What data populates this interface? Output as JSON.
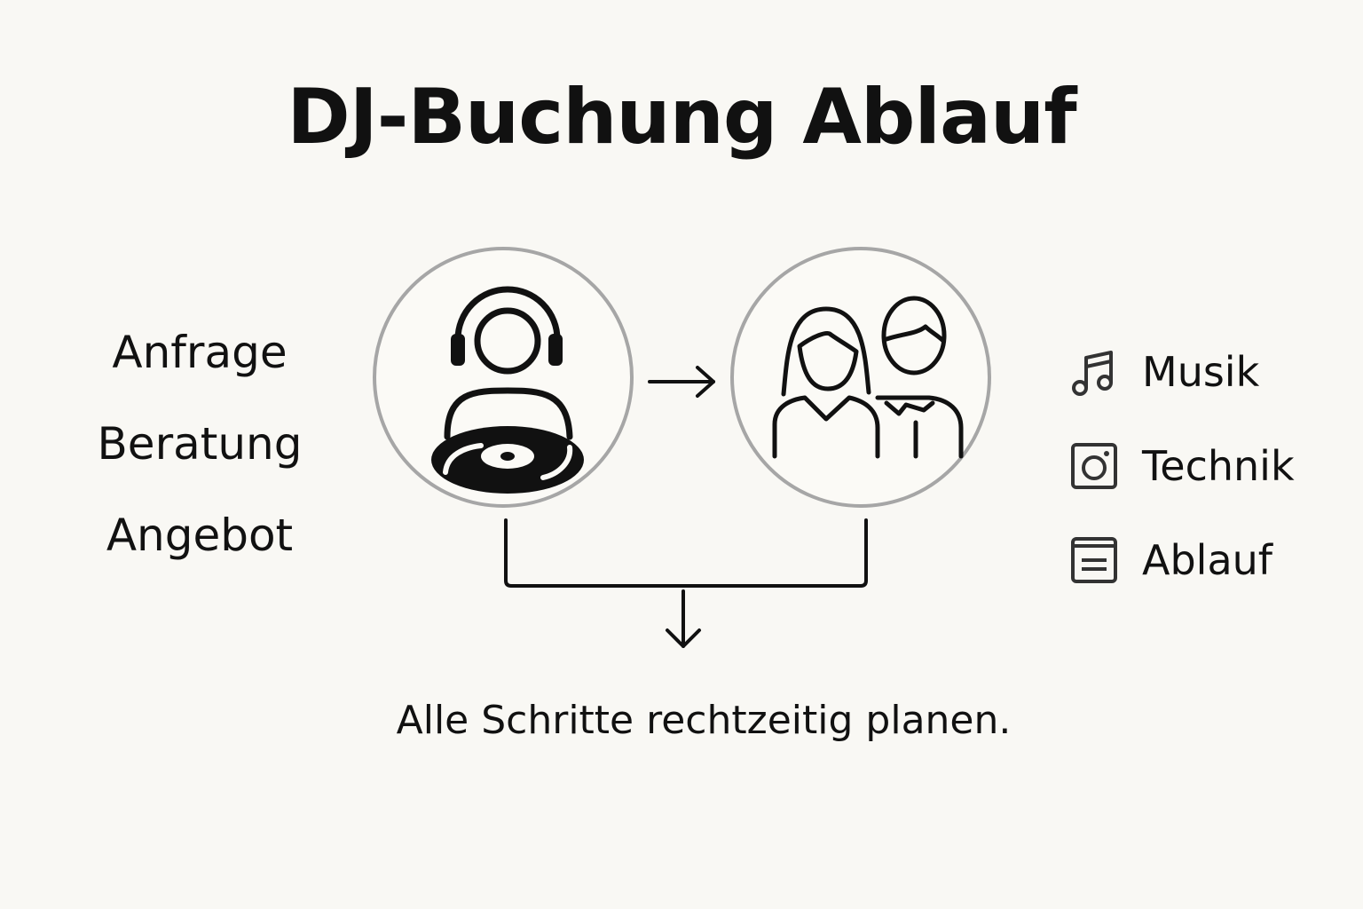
{
  "title": "DJ-Buchung Ablauf",
  "steps": [
    {
      "label": "Anfrage"
    },
    {
      "label": "Beratung"
    },
    {
      "label": "Angebot"
    }
  ],
  "nodes": [
    {
      "icon": "dj-headphones-turntable-icon"
    },
    {
      "icon": "couple-icon"
    }
  ],
  "features": [
    {
      "icon": "music-note-icon",
      "label": "Musik"
    },
    {
      "icon": "camera-icon",
      "label": "Technik"
    },
    {
      "icon": "schedule-list-icon",
      "label": "Ablauf"
    }
  ],
  "footer": "Alle Schritte rechtzeitig planen.",
  "colors": {
    "background": "#f9f8f4",
    "text": "#111111",
    "circle_border": "#a6a6a6"
  }
}
